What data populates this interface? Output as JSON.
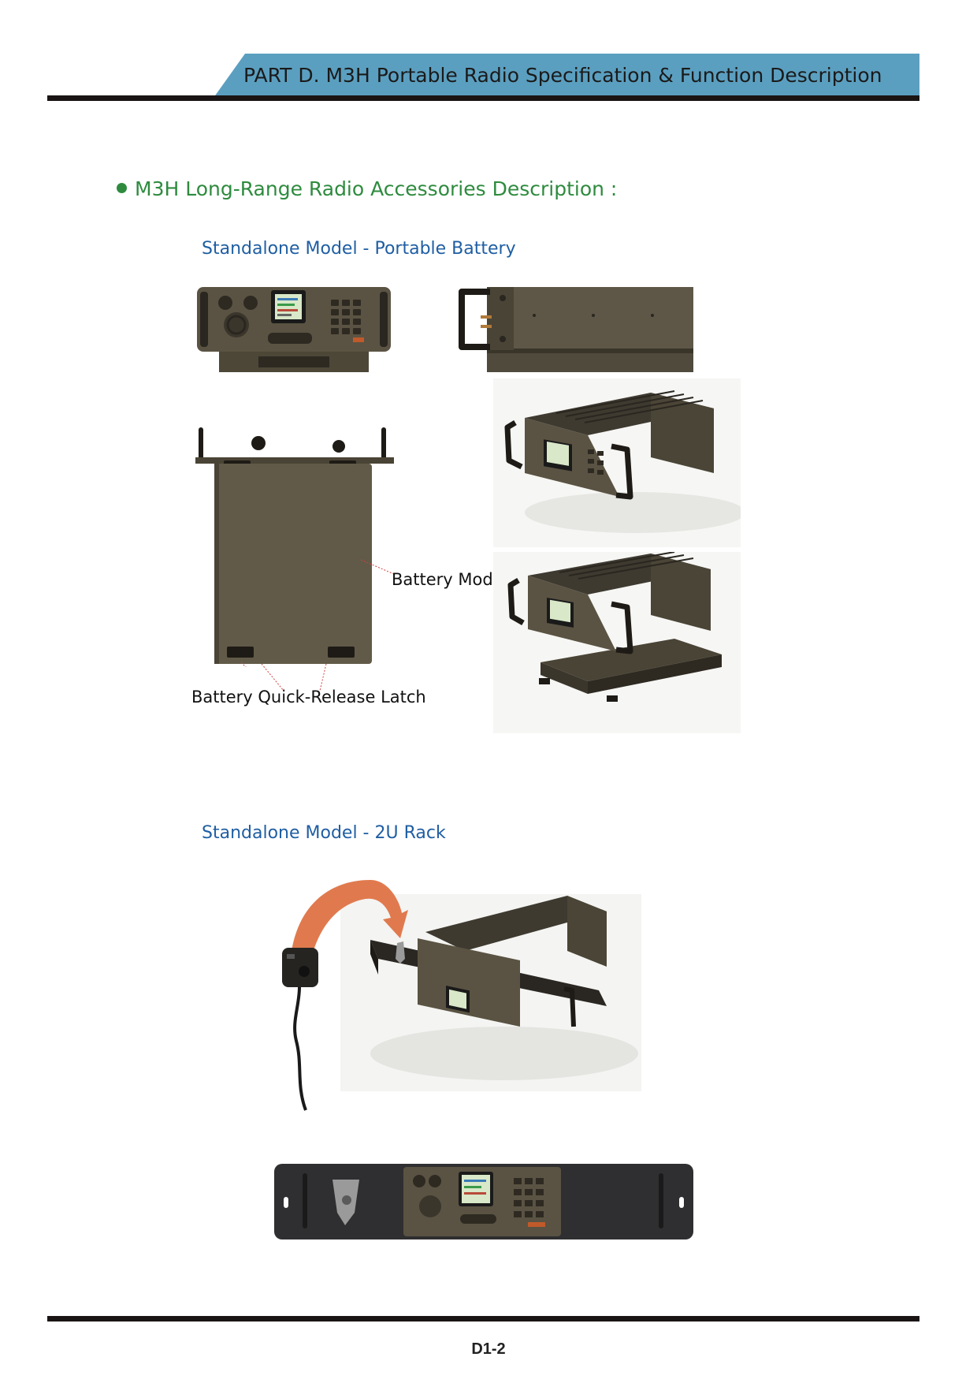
{
  "header": {
    "title": "PART D. M3H Portable Radio Specification & Function Description"
  },
  "section": {
    "heading": "M3H Long-Range Radio Accessories Description :"
  },
  "subsections": [
    {
      "heading": "Standalone Model - Portable Battery"
    },
    {
      "heading": "Standalone Model - 2U Rack"
    }
  ],
  "callouts": {
    "battery_module": "Battery Module",
    "battery_latch": "Battery Quick-Release Latch"
  },
  "footer": {
    "page_number": "D1-2"
  },
  "colors": {
    "header_band": "#5b9fc0",
    "section_green": "#2e8b3e",
    "subheading_blue": "#1f5ea3",
    "radio_olive": "#5a5343",
    "arrow_orange": "#e07a4e"
  }
}
